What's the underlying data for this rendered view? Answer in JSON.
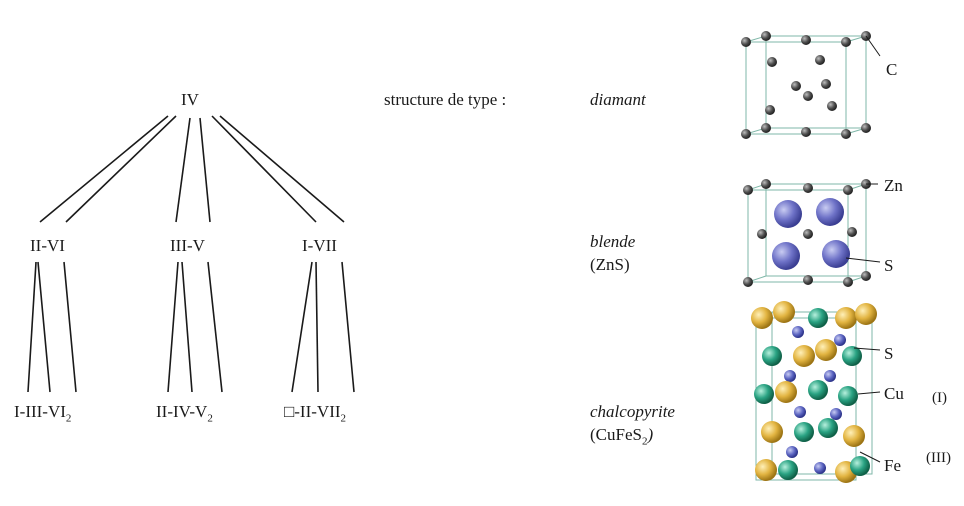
{
  "tree": {
    "root": "IV",
    "level1": [
      "II-VI",
      "III-V",
      "I-VII"
    ],
    "level2": [
      {
        "text": "I-III-VI",
        "sub": "2"
      },
      {
        "text": "II-IV-V",
        "sub": "2"
      },
      {
        "text": "□-II-VII",
        "sub": "2"
      }
    ]
  },
  "structure": {
    "heading": "structure de type :",
    "types": [
      {
        "name": "diamant",
        "formula": ""
      },
      {
        "name": "blende",
        "formula": "(ZnS)"
      },
      {
        "name": "chalcopyrite",
        "formula_prefix": "(CuFeS",
        "formula_sub": "2",
        "formula_suffix": ")"
      }
    ]
  },
  "crystal_labels": {
    "diamant": [
      "C"
    ],
    "blende": [
      "Zn",
      "S"
    ],
    "chalcopyrite": [
      "S",
      "Cu",
      "Fe"
    ],
    "oxidation": [
      "(I)",
      "(III)"
    ]
  },
  "colors": {
    "line": "#1a1a1a",
    "carbon": "#555555",
    "sulfur_blende": "#6f73c8",
    "zinc": "#444444",
    "gold": "#e2b441",
    "teal": "#2aa383",
    "iron": "#5a63c0",
    "cell": "#7fb7a8"
  }
}
